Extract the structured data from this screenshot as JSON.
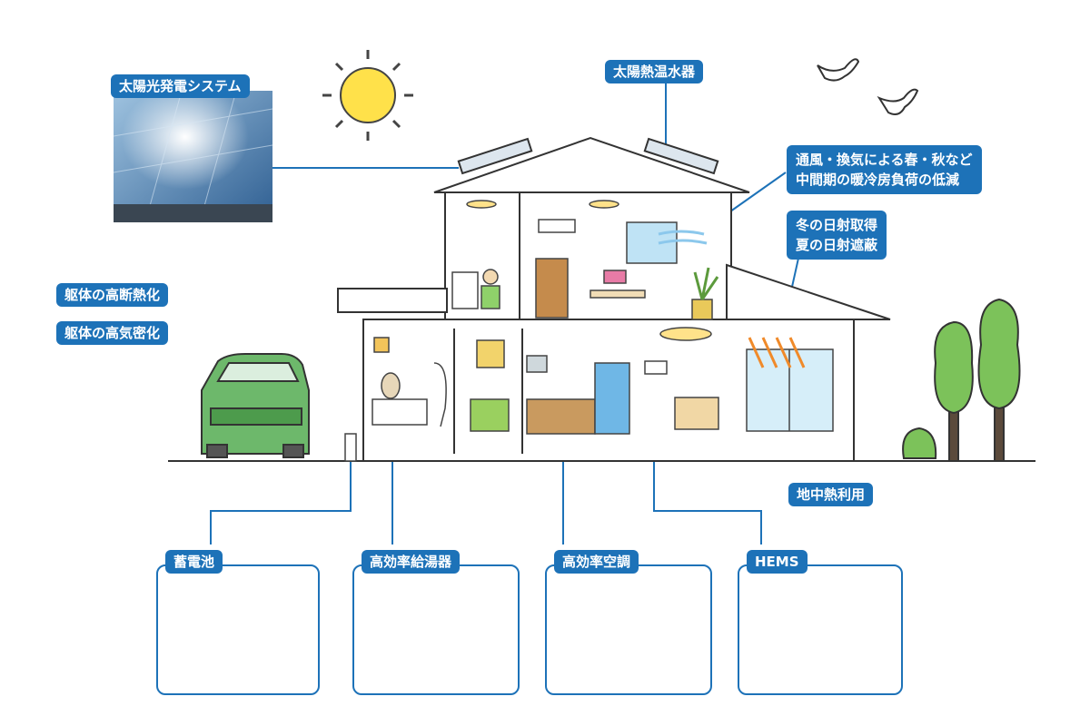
{
  "labels": {
    "solar_pv": "太陽光発電システム",
    "solar_water_heater": "太陽熱温水器",
    "ventilation_line1": "通風・換気による春・秋など",
    "ventilation_line2": "中間期の暖冷房負荷の低減",
    "solar_gain_line1": "冬の日射取得",
    "solar_gain_line2": "夏の日射遮蔽",
    "insulation": "躯体の高断熱化",
    "airtight": "躯体の高気密化",
    "geothermal": "地中熱利用"
  },
  "equipment": [
    {
      "label": "蓄電池"
    },
    {
      "label": "高効率給湯器"
    },
    {
      "label": "高効率空調"
    },
    {
      "label": "HEMS"
    }
  ],
  "colors": {
    "label_bg": "#1d72b8",
    "line": "#1d72b8",
    "car": "#6db86b",
    "tree": "#7cc25a"
  }
}
